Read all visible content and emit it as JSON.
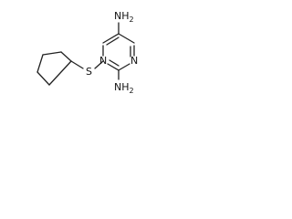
{
  "molecule": {
    "atoms": {
      "nh2_top": {
        "element": "N",
        "subscript": "H2",
        "text": "NH",
        "sub": "2"
      },
      "nh2_bottom": {
        "element": "N",
        "subscript": "H2",
        "text": "NH",
        "sub": "2"
      },
      "n_ring_upper": {
        "text": "N"
      },
      "n_ring_lower": {
        "text": "N"
      },
      "s": {
        "text": "S"
      }
    }
  }
}
